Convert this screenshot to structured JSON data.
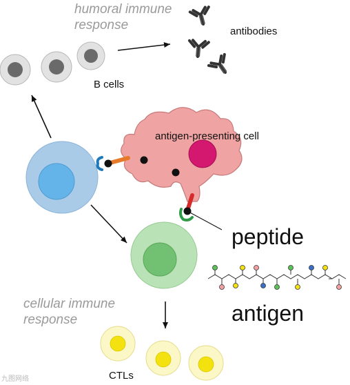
{
  "labels": {
    "humoral_line1": "humoral immune",
    "humoral_line2": "response",
    "antibodies": "antibodies",
    "b_cells": "B cells",
    "apc": "antigen-presenting cell",
    "peptide": "peptide",
    "cellular_line1": "cellular immune",
    "cellular_line2": "response",
    "antigen": "antigen",
    "ctls": "CTLs",
    "watermark": "九图网络"
  },
  "icons": {
    "antibody": "antibody-icon",
    "b_cell": "b-cell-icon",
    "helper_t_cell": "helper-t-cell-icon",
    "apc": "antigen-presenting-cell-icon",
    "cytotoxic_t_cell": "t-cell-icon",
    "ctl": "ctl-icon",
    "peptide_chain": "peptide-chain-icon"
  },
  "colors": {
    "b_cell_outer": "#e2e2e2",
    "b_cell_nucleus": "#6a6a6a",
    "helper_cell": "#a9cbe8",
    "helper_nucleus": "#64b4ea",
    "apc_body": "#f0a3a3",
    "apc_nucleus": "#d4176f",
    "t_cell": "#b9e2b6",
    "t_cell_nucleus": "#72c173",
    "ctl_outer": "#fbf7c6",
    "ctl_nucleus": "#f3e20f",
    "mhc1": "#2f9a47",
    "mhc2_receptor": "#1f78b8",
    "peptide_red": "#d52a2a",
    "peptide_orange": "#e67a2a",
    "dot_blue": "#3870c8",
    "dot_yellow": "#f4e10f",
    "dot_green": "#5cc158",
    "dot_pink": "#f2a0a0"
  }
}
